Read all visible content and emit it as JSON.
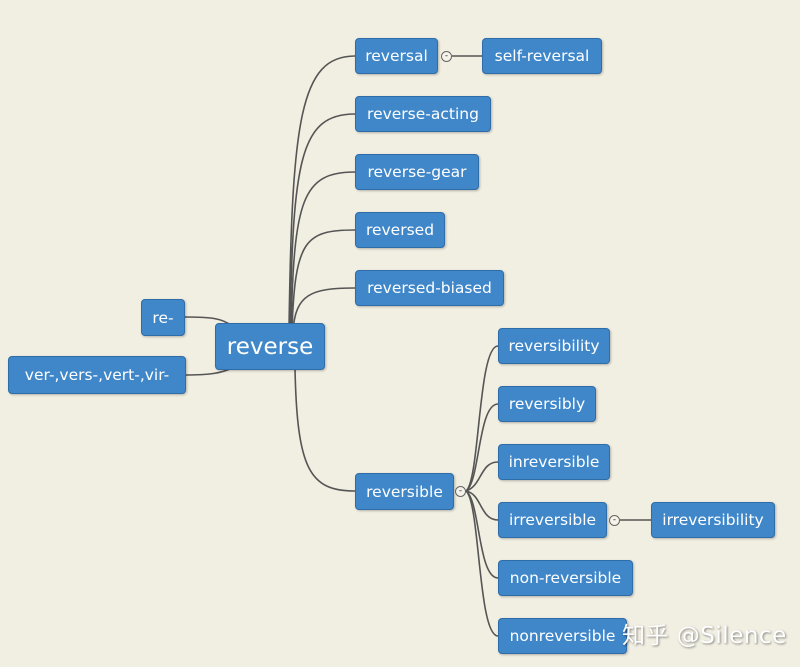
{
  "root": {
    "label": "reverse"
  },
  "left_nodes": [
    {
      "label": "re-"
    },
    {
      "label": "ver-,vers-,vert-,vir-"
    }
  ],
  "right_nodes": [
    {
      "label": "reversal",
      "children": [
        {
          "label": "self-reversal"
        }
      ]
    },
    {
      "label": "reverse-acting"
    },
    {
      "label": "reverse-gear"
    },
    {
      "label": "reversed"
    },
    {
      "label": "reversed-biased"
    },
    {
      "label": "reversible",
      "children": [
        {
          "label": "reversibility"
        },
        {
          "label": "reversibly"
        },
        {
          "label": "inreversible"
        },
        {
          "label": "irreversible",
          "children": [
            {
              "label": "irreversibility"
            }
          ]
        },
        {
          "label": "non-reversible"
        },
        {
          "label": "nonreversible"
        }
      ]
    }
  ],
  "toggle_symbol": "-",
  "watermark": "知乎 @Silence",
  "colors": {
    "background": "#f1eee2",
    "node": "#3f87c9",
    "link": "#555555"
  }
}
